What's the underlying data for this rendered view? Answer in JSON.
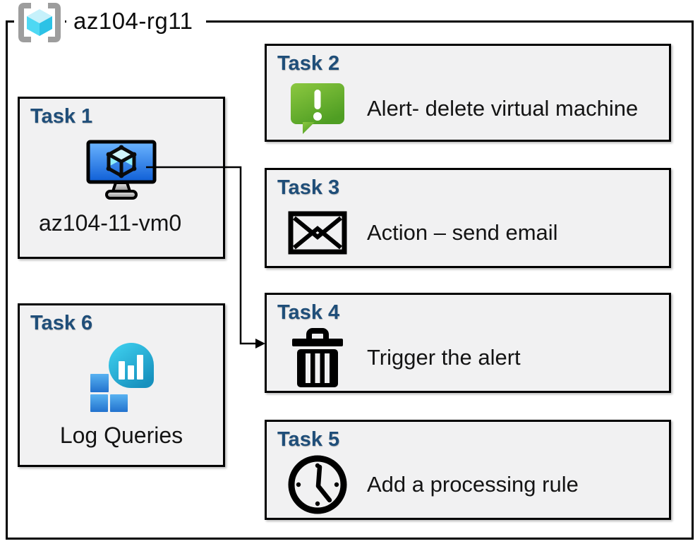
{
  "header": {
    "title": "az104-rg11",
    "icon": "resource-group-icon"
  },
  "tasks": [
    {
      "heading": "Task 1",
      "label": "az104-11-vm0",
      "icon": "virtual-machine-icon"
    },
    {
      "heading": "Task 2",
      "label": "Alert- delete virtual machine",
      "icon": "alert-message-icon"
    },
    {
      "heading": "Task 3",
      "label": "Action – send email",
      "icon": "email-envelope-icon"
    },
    {
      "heading": "Task 4",
      "label": "Trigger the alert",
      "icon": "trash-icon"
    },
    {
      "heading": "Task 5",
      "label": "Add a processing rule",
      "icon": "clock-icon"
    },
    {
      "heading": "Task 6",
      "label": "Log Queries",
      "icon": "log-queries-icon"
    }
  ],
  "connector": {
    "from": "Task 1",
    "to": "Task 4"
  },
  "colors": {
    "task_heading": "#1F4E79",
    "box_fill": "#F1F1F2",
    "box_border": "#000000",
    "alert_green": "#6FB53A",
    "vm_screen_blue": "#2D7FE8",
    "log_bubble_teal": "#29B6DE",
    "log_square_blue": "#2F86DC",
    "rg_cube_cyan": "#47D4F0",
    "bracket_gray": "#9D9D9D"
  }
}
